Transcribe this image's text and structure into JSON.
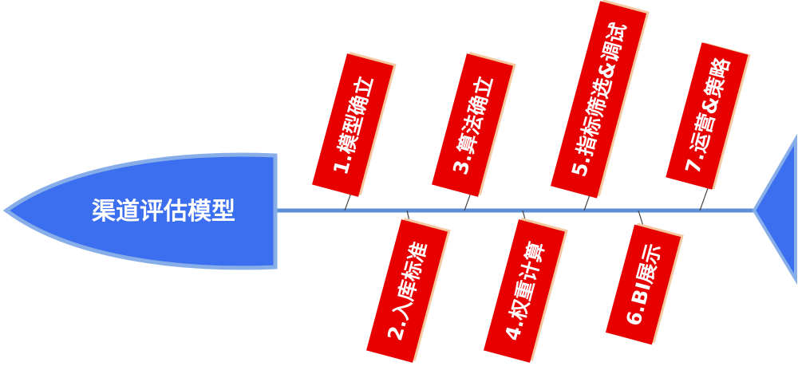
{
  "diagram": {
    "type": "fishbone",
    "head_label": "渠道评估模型",
    "steps": [
      {
        "label": "1.模型确立",
        "side": "top"
      },
      {
        "label": "2.入库标准",
        "side": "bottom"
      },
      {
        "label": "3.算法确立",
        "side": "top"
      },
      {
        "label": "4.权重计算",
        "side": "bottom"
      },
      {
        "label": "5.指标筛选&调试",
        "side": "top"
      },
      {
        "label": "6.BI展示",
        "side": "bottom"
      },
      {
        "label": "7.运营&策略",
        "side": "top"
      }
    ],
    "colors": {
      "head_fill": "#3b6ff0",
      "head_stroke": "#87aee8",
      "spine": "#5b8fd6",
      "tail_fill": "#3b6ff0",
      "tag_fill": "#e80000",
      "tag_shadow": "#f4c9a0",
      "tag_text": "#ffffff"
    }
  }
}
